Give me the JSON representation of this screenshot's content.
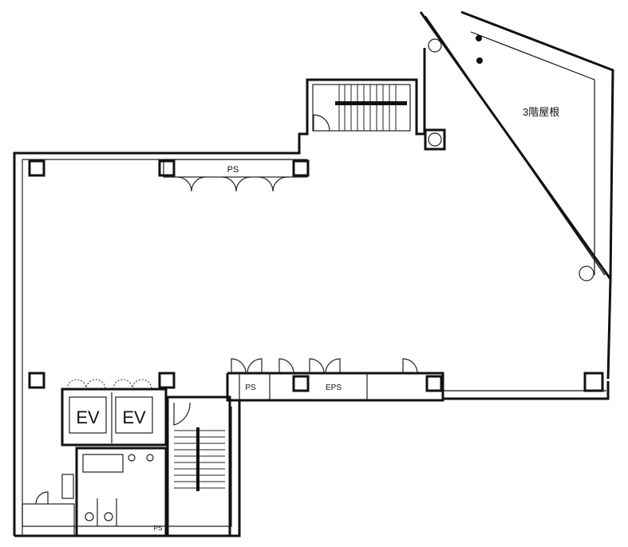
{
  "labels": {
    "roof": "3階屋根",
    "ps_top": "PS",
    "ps_mid": "PS",
    "eps": "EPS",
    "ev1": "EV",
    "ev2": "EV",
    "ps_small": "PS"
  }
}
